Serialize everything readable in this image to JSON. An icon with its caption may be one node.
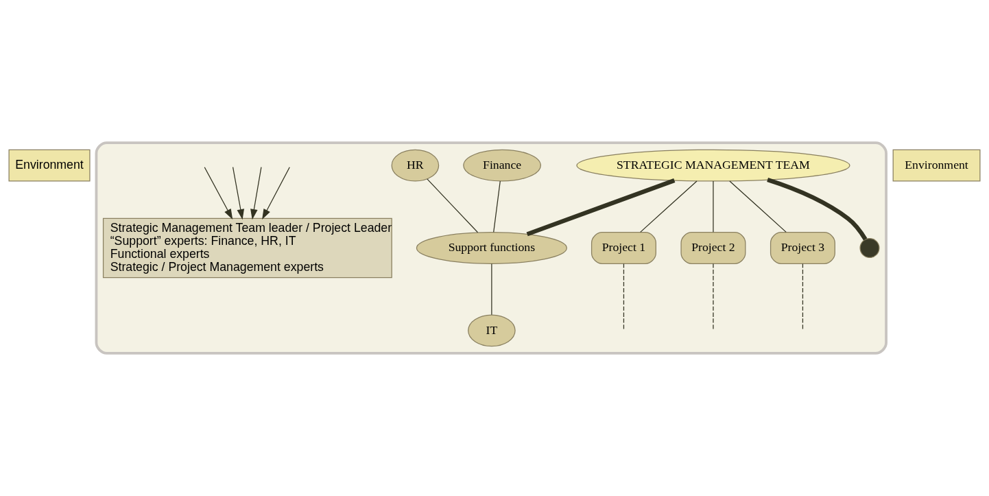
{
  "diagram": {
    "nodes": [
      {
        "text": [
          "Environment"
        ]
      },
      {
        "text": [],
        "shape": "ellipse"
      },
      {
        "text": [
          "STRATEGIC MANAGEMENT TEAM"
        ],
        "in": 1
      },
      {
        "text": [
          "Finance"
        ],
        "in": 1
      },
      {
        "text": [
          "Support functions"
        ],
        "in": 1
      },
      {
        "text": [
          "HR"
        ],
        "in": 1
      },
      {
        "text": [
          "IT"
        ],
        "in": 1
      },
      {
        "text": [
          "Project 1"
        ],
        "in": 1
      },
      {
        "text": [
          "Project 2"
        ],
        "in": 1
      },
      {
        "text": [
          "Project 3"
        ],
        "in": 1
      },
      {
        "text": [],
        "shape": "circle",
        "in": 1
      },
      {
        "text": [
          "Strategic Management Team leader / Project Leader",
          "“Support” experts: Finance, HR, IT",
          "Functional experts",
          "Strategic / Project Management experts"
        ],
        "in": 1
      },
      {
        "text": [
          "Environment"
        ]
      }
    ],
    "edges": [
      {
        "from": 2,
        "to": 4,
        "arrow": "none",
        "style": "thick"
      },
      {
        "from": 3,
        "to": 4,
        "arrow": "none"
      },
      {
        "from": 5,
        "to": 4,
        "arrow": "none"
      },
      {
        "from": 4,
        "to": 6,
        "arrow": "none"
      },
      {
        "from": 2,
        "to": 7,
        "arrow": "none"
      },
      {
        "from": 2,
        "to": 8,
        "arrow": "none"
      },
      {
        "from": 2,
        "to": 9,
        "arrow": "none"
      },
      {
        "from": 2,
        "to": 10,
        "arrow": "none",
        "style": "thick"
      },
      {
        "from": 7,
        "to": null,
        "arrow": "none",
        "style": "dashed"
      },
      {
        "from": 8,
        "to": null,
        "arrow": "none",
        "style": "dashed"
      },
      {
        "from": 9,
        "to": null,
        "arrow": "none",
        "style": "dashed"
      },
      {
        "from": null,
        "to": 11,
        "arrow": "to"
      },
      {
        "from": null,
        "to": 11,
        "arrow": "to"
      },
      {
        "from": null,
        "to": 11,
        "arrow": "to"
      },
      {
        "from": null,
        "to": 11,
        "arrow": "to"
      }
    ]
  }
}
